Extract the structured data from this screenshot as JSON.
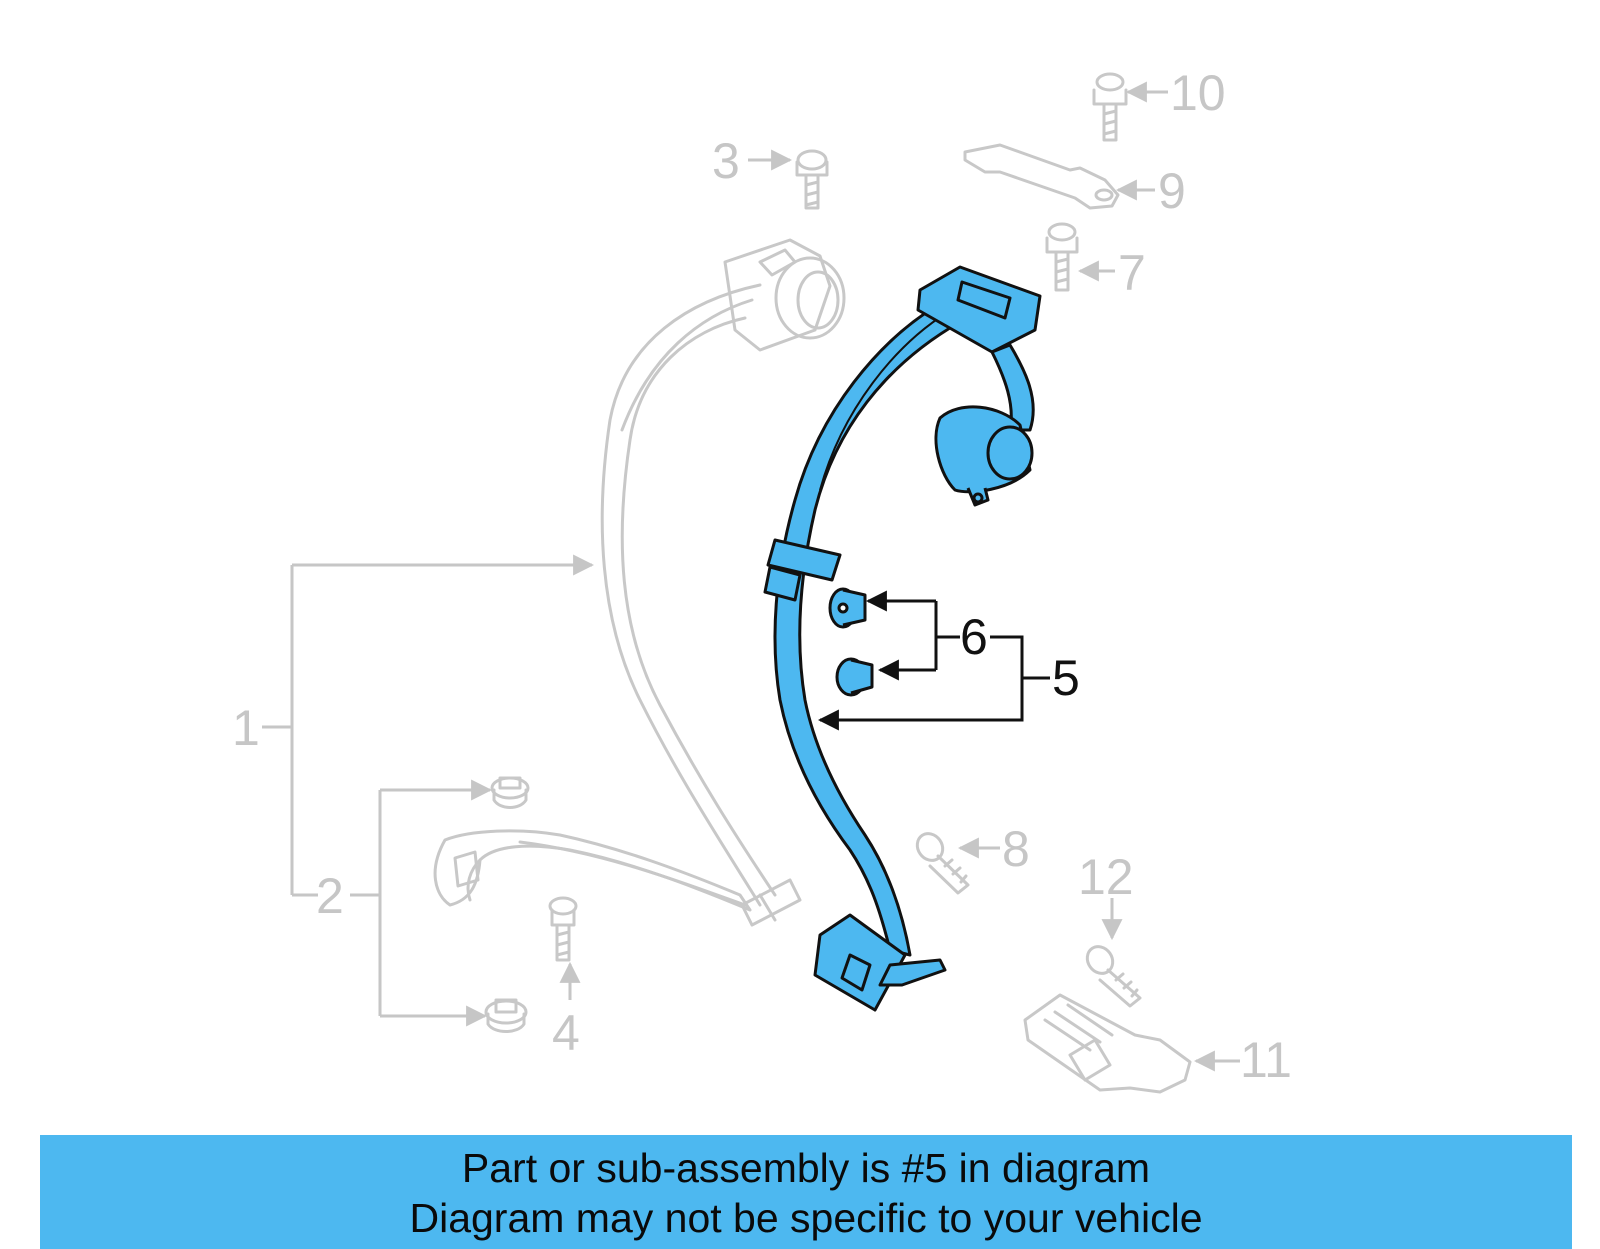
{
  "callouts": {
    "c1": "1",
    "c2": "2",
    "c3": "3",
    "c4": "4",
    "c5": "5",
    "c6": "6",
    "c7": "7",
    "c8": "8",
    "c9": "9",
    "c10": "10",
    "c11": "11",
    "c12": "12"
  },
  "highlighted_part": "5",
  "colors": {
    "highlight_fill": "#4db8f0",
    "ghost_stroke": "#c8c8c8",
    "banner_bg": "#4db8f0"
  },
  "banner": {
    "line1": "Part or sub-assembly is #5 in diagram",
    "line2": "Diagram may not be specific to your vehicle"
  }
}
